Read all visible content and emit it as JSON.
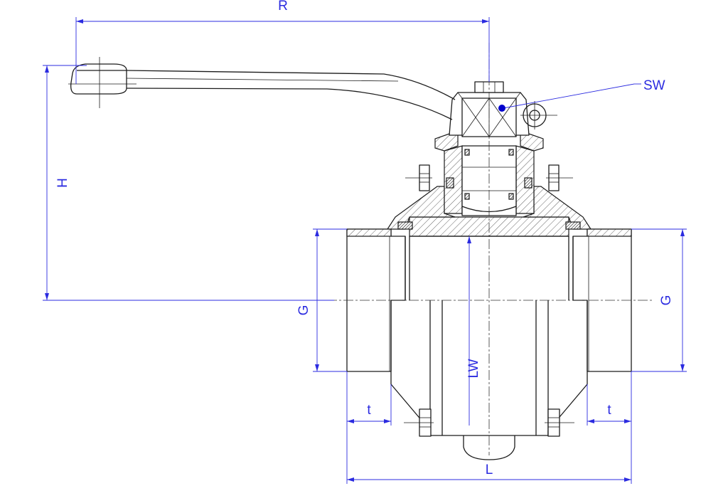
{
  "labels": {
    "R": "R",
    "SW": "SW",
    "H": "H",
    "G_left": "G",
    "G_right": "G",
    "LW": "LW",
    "t_left": "t",
    "t_right": "t",
    "L": "L"
  },
  "colors": {
    "dimension": "#2b2be0",
    "outline": "#1c1c1c",
    "marker": "#0000cc"
  }
}
